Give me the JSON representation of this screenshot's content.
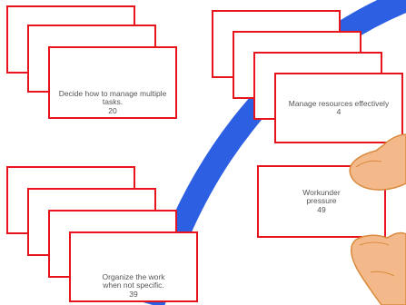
{
  "cards": {
    "group_1": {
      "text": "Decide how to manage multiple tasks.",
      "count": "20"
    },
    "group_2": {
      "text": "Manage resources effectively",
      "count": "4"
    },
    "single": {
      "text": "Workunder pressure",
      "count": "49"
    },
    "group_3": {
      "text": "Organize the work when not specific.",
      "count": "39"
    }
  },
  "colors": {
    "card_border": "#e8141c",
    "arc": "#2d5fe3",
    "hand_skin": "#f4b98a",
    "hand_outline": "#d98a3d"
  }
}
